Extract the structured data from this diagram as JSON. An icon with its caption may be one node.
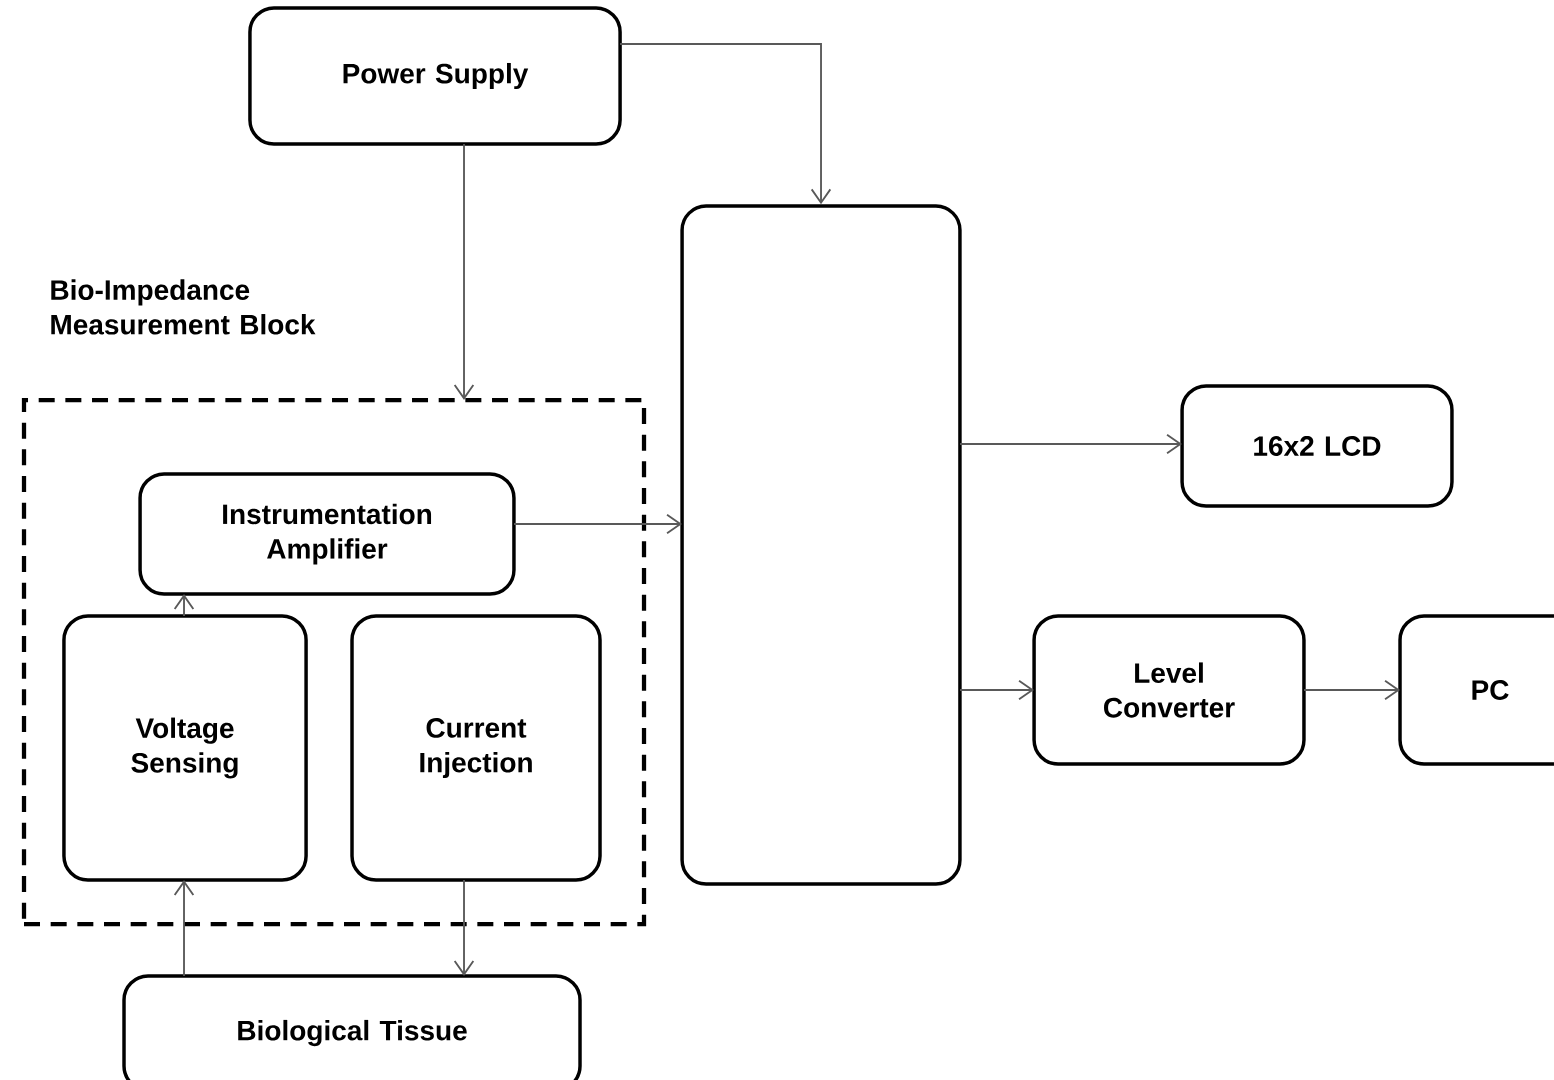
{
  "diagram": {
    "nodes": [
      {
        "text": [
          "Power Supply"
        ]
      },
      {
        "text": [
          "Bio-Impedance Measurement Block"
        ]
      },
      {
        "text": [
          "Instrumentation Amplifier"
        ],
        "in": 1
      },
      {
        "text": [
          "Voltage Sensing"
        ],
        "in": 1
      },
      {
        "text": [
          "Current Injection"
        ],
        "in": 1
      },
      {
        "text": [],
        "shape": "box"
      },
      {
        "text": [
          "16x2 LCD"
        ]
      },
      {
        "text": [
          "Level Converter"
        ]
      },
      {
        "text": [
          "PC"
        ]
      },
      {
        "text": [
          "Biological Tissue"
        ]
      }
    ],
    "edges": [
      {
        "from": 0,
        "to": 1,
        "arrow": "to"
      },
      {
        "from": 0,
        "to": 5,
        "arrow": "to"
      },
      {
        "from": 2,
        "to": 5,
        "arrow": "to"
      },
      {
        "from": 3,
        "to": 2,
        "arrow": "to"
      },
      {
        "from": 9,
        "to": 3,
        "arrow": "to"
      },
      {
        "from": 4,
        "to": 9,
        "arrow": "to"
      },
      {
        "from": 5,
        "to": 6,
        "arrow": "to"
      },
      {
        "from": 5,
        "to": 7,
        "arrow": "to"
      },
      {
        "from": 7,
        "to": 8,
        "arrow": "to"
      }
    ]
  }
}
